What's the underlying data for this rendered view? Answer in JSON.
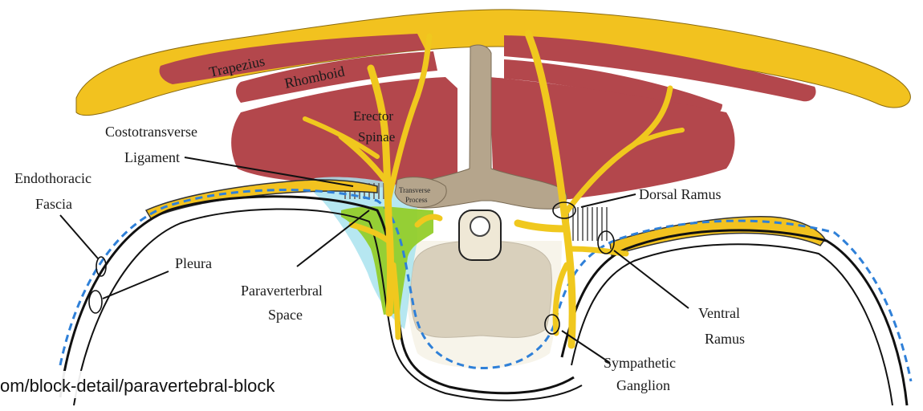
{
  "labels": {
    "trapezius": "Trapezius",
    "rhomboid": "Rhomboid",
    "erector_line1": "Erector",
    "erector_line2": "Spinae",
    "costotransverse_line1": "Costotransverse",
    "costotransverse_line2": "Ligament",
    "endothoracic_line1": "Endothoracic",
    "endothoracic_line2": "Fascia",
    "pleura": "Pleura",
    "paravertebral_line1": "Paraverterbral",
    "paravertebral_line2": "Space",
    "transverse_line1": "Transverse",
    "transverse_line2": "Process",
    "dorsal_ramus": "Dorsal Ramus",
    "ventral_line1": "Ventral",
    "ventral_line2": "Ramus",
    "sympathetic_line1": "Sympathetic",
    "sympathetic_line2": "Ganglion"
  },
  "source_url": "om/block-detail/paravertebral-block",
  "colors": {
    "skin": "#f2c21f",
    "muscle": "#b3474c",
    "bone": "#b5a58c",
    "nerve": "#f0c81e",
    "paravertebral_fluid": "#a9e3ee",
    "block_green": "#93cd2a",
    "dashed_line": "#2f80d8",
    "outline": "#111111"
  }
}
